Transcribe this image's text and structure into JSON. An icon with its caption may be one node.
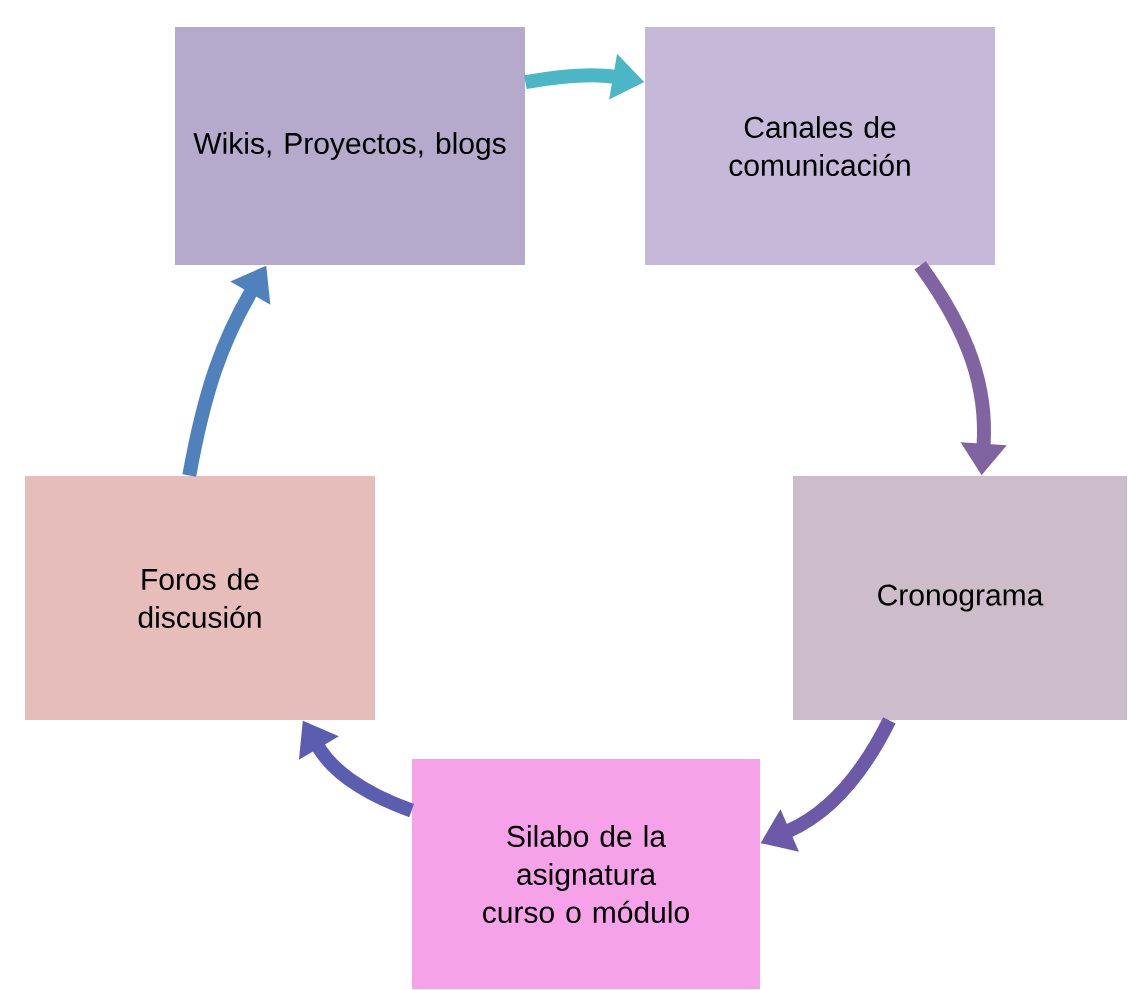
{
  "diagram": {
    "nodes": [
      {
        "text": [
          "Wikis, Proyectos, blogs"
        ]
      },
      {
        "text": [
          "Canales de comunicación"
        ]
      },
      {
        "text": [
          "Cronograma"
        ]
      },
      {
        "text": [
          "Silabo de la asignatura curso o módulo"
        ]
      },
      {
        "text": [
          "Foros de discusión"
        ]
      }
    ],
    "edges": [
      {
        "from": 0,
        "to": 1,
        "arrow": "to",
        "color": "#4bb6c6"
      },
      {
        "from": 1,
        "to": 2,
        "arrow": "to",
        "color": "#8064a2"
      },
      {
        "from": 2,
        "to": 3,
        "arrow": "to",
        "color": "#6c5aa8"
      },
      {
        "from": 3,
        "to": 4,
        "arrow": "to",
        "color": "#5b5eb0"
      },
      {
        "from": 4,
        "to": 0,
        "arrow": "to",
        "color": "#4f81bd"
      }
    ]
  }
}
